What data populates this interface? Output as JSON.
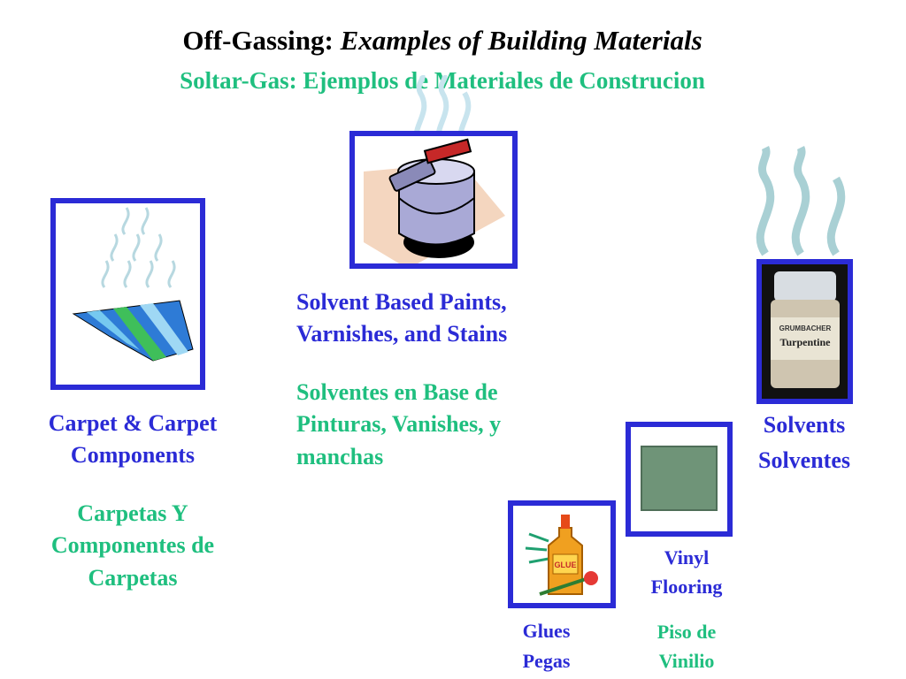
{
  "title": {
    "main": "Off-Gassing:",
    "italic": "Examples of Building Materials",
    "subtitle": "Soltar-Gas: Ejemplos de Materiales de Construcion"
  },
  "carpet": {
    "english": [
      "Carpet & Carpet",
      "Components"
    ],
    "spanish": [
      "Carpetas Y",
      "Componentes de",
      "Carpetas"
    ]
  },
  "paints": {
    "english": [
      "Solvent Based Paints,",
      "Varnishes, and Stains"
    ],
    "spanish": [
      "Solventes en Base de",
      "Pinturas, Vanishes, y",
      "manchas"
    ]
  },
  "solvents": {
    "english": "Solvents",
    "spanish": "Solventes",
    "jar_label_brand": "GRUMBACHER",
    "jar_label_text": "Turpentine"
  },
  "vinyl": {
    "english": [
      "Vinyl",
      "Flooring"
    ],
    "spanish": [
      "Piso de",
      "Vinilio"
    ]
  },
  "glues": {
    "english": "Glues",
    "spanish": "Pegas",
    "bottle_label": "GLUE"
  },
  "colors": {
    "frame": "#2b2bd6",
    "english_text": "#2b2bd6",
    "spanish_text": "#1fbf7f",
    "title": "#000000"
  }
}
